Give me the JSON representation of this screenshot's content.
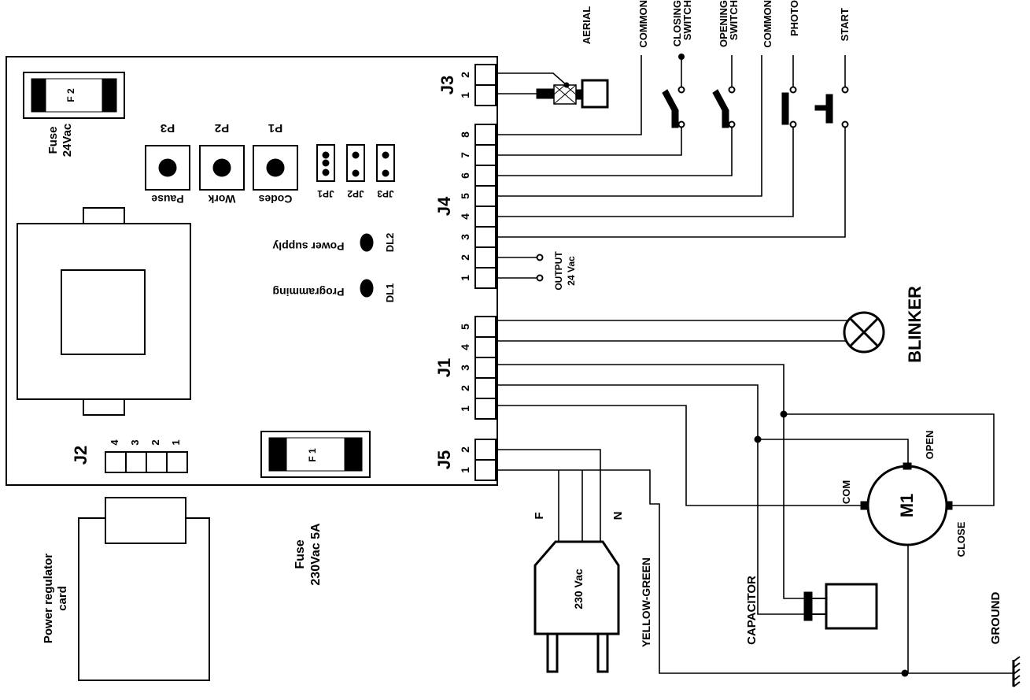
{
  "board": {
    "fuse_24_label_1": "Fuse",
    "fuse_24_label_2": "24Vac",
    "fuse_f2_text": "F 2",
    "fuse_f1_text": "F 1",
    "fuse_230_label_1": "Fuse",
    "fuse_230_label_2": "230Vac 5A",
    "buttons": [
      {
        "id": "P1",
        "name": "Codes"
      },
      {
        "id": "P2",
        "name": "Work"
      },
      {
        "id": "P3",
        "name": "Pause"
      }
    ],
    "jumpers": [
      "JP1",
      "JP2",
      "JP3"
    ],
    "leds": [
      {
        "id": "DL1",
        "name": "Programming"
      },
      {
        "id": "DL2",
        "name": "Power supply"
      }
    ],
    "power_regulator_1": "Power regulator",
    "power_regulator_2": "card"
  },
  "connectors": {
    "J1": {
      "label": "J1",
      "pins": [
        "1",
        "2",
        "3",
        "4",
        "5"
      ]
    },
    "J2": {
      "label": "J2",
      "pins": [
        "1",
        "2",
        "3",
        "4"
      ]
    },
    "J3": {
      "label": "J3",
      "pins": [
        "1",
        "2"
      ]
    },
    "J4": {
      "label": "J4",
      "pins": [
        "1",
        "2",
        "3",
        "4",
        "5",
        "6",
        "7",
        "8"
      ]
    },
    "J5": {
      "label": "J5",
      "pins": [
        "1",
        "2"
      ]
    }
  },
  "external": {
    "aerial": "AERIAL",
    "common_1": "COMMON",
    "closing_switch_1": "CLOSING",
    "closing_switch_2": "SWITCH",
    "opening_switch_1": "OPENING",
    "opening_switch_2": "SWITCH",
    "common_2": "COMMON",
    "photo": "PHOTO",
    "start": "START",
    "output_1": "OUTPUT",
    "output_2": "24 Vac",
    "blinker": "BLINKER",
    "motor": "M1",
    "motor_open": "OPEN",
    "motor_close": "CLOSE",
    "motor_com": "COM",
    "capacitor": "CAPACITOR",
    "ground": "GROUND",
    "yellow_green": "YELLOW-GREEN",
    "plug_label": "230 Vac",
    "phase_f": "F",
    "neutral_n": "N"
  }
}
